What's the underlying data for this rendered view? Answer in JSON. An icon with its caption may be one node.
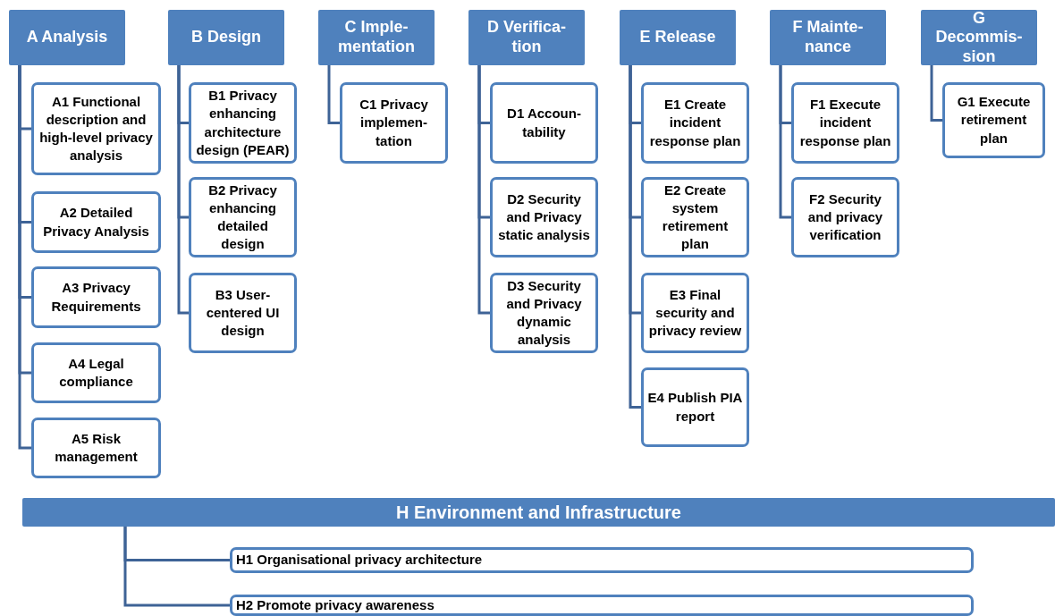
{
  "diagram": {
    "nodes": [
      {
        "text": [
          "A Analysis"
        ]
      },
      {
        "text": [
          "A1 Functional description and high-level privacy analysis"
        ]
      },
      {
        "text": [
          "A2 Detailed Privacy Analysis"
        ]
      },
      {
        "text": [
          "A3 Privacy Requirements"
        ]
      },
      {
        "text": [
          "A4 Legal compliance"
        ]
      },
      {
        "text": [
          "A5 Risk management"
        ]
      },
      {
        "text": [
          "B Design"
        ]
      },
      {
        "text": [
          "B1 Privacy enhancing architecture design (PEAR)"
        ]
      },
      {
        "text": [
          "B2 Privacy enhancing detailed design"
        ]
      },
      {
        "text": [
          "B3 User-centered UI design"
        ]
      },
      {
        "text": [
          "C Imple-mentation"
        ]
      },
      {
        "text": [
          "C1 Privacy implemen-tation"
        ]
      },
      {
        "text": [
          "D Verifica-tion"
        ]
      },
      {
        "text": [
          "D1 Accoun-tability"
        ]
      },
      {
        "text": [
          "D2 Security and Privacy static analysis"
        ]
      },
      {
        "text": [
          "D3 Security and Privacy dynamic analysis"
        ]
      },
      {
        "text": [
          "E Release"
        ]
      },
      {
        "text": [
          "E1 Create incident response plan"
        ]
      },
      {
        "text": [
          "E2 Create system retirement plan"
        ]
      },
      {
        "text": [
          "E3 Final security and privacy review"
        ]
      },
      {
        "text": [
          "E4 Publish PIA report"
        ]
      },
      {
        "text": [
          "F Mainte-nance"
        ]
      },
      {
        "text": [
          "F1 Execute incident response plan"
        ]
      },
      {
        "text": [
          "F2 Security and privacy verification"
        ]
      },
      {
        "text": [
          "G Decommis-sion"
        ]
      },
      {
        "text": [
          "G1 Execute retirement plan"
        ]
      },
      {
        "text": [
          "H Environment and Infrastructure"
        ]
      },
      {
        "text": [
          "H1 Organisational privacy architecture"
        ]
      },
      {
        "text": [
          "H2 Promote privacy awareness"
        ]
      }
    ],
    "edges": [
      {
        "from": 0,
        "to": 1,
        "arrow": "none"
      },
      {
        "from": 0,
        "to": 2,
        "arrow": "none"
      },
      {
        "from": 0,
        "to": 3,
        "arrow": "none"
      },
      {
        "from": 0,
        "to": 4,
        "arrow": "none"
      },
      {
        "from": 0,
        "to": 5,
        "arrow": "none"
      },
      {
        "from": 6,
        "to": 7,
        "arrow": "none"
      },
      {
        "from": 6,
        "to": 8,
        "arrow": "none"
      },
      {
        "from": 6,
        "to": 9,
        "arrow": "none"
      },
      {
        "from": 10,
        "to": 11,
        "arrow": "none"
      },
      {
        "from": 12,
        "to": 13,
        "arrow": "none"
      },
      {
        "from": 12,
        "to": 14,
        "arrow": "none"
      },
      {
        "from": 12,
        "to": 15,
        "arrow": "none"
      },
      {
        "from": 16,
        "to": 17,
        "arrow": "none"
      },
      {
        "from": 16,
        "to": 18,
        "arrow": "none"
      },
      {
        "from": 16,
        "to": 19,
        "arrow": "none"
      },
      {
        "from": 16,
        "to": 20,
        "arrow": "none"
      },
      {
        "from": 21,
        "to": 22,
        "arrow": "none"
      },
      {
        "from": 21,
        "to": 23,
        "arrow": "none"
      },
      {
        "from": 24,
        "to": 25,
        "arrow": "none"
      },
      {
        "from": 26,
        "to": 27,
        "arrow": "none"
      },
      {
        "from": 26,
        "to": 28,
        "arrow": "none"
      }
    ]
  }
}
